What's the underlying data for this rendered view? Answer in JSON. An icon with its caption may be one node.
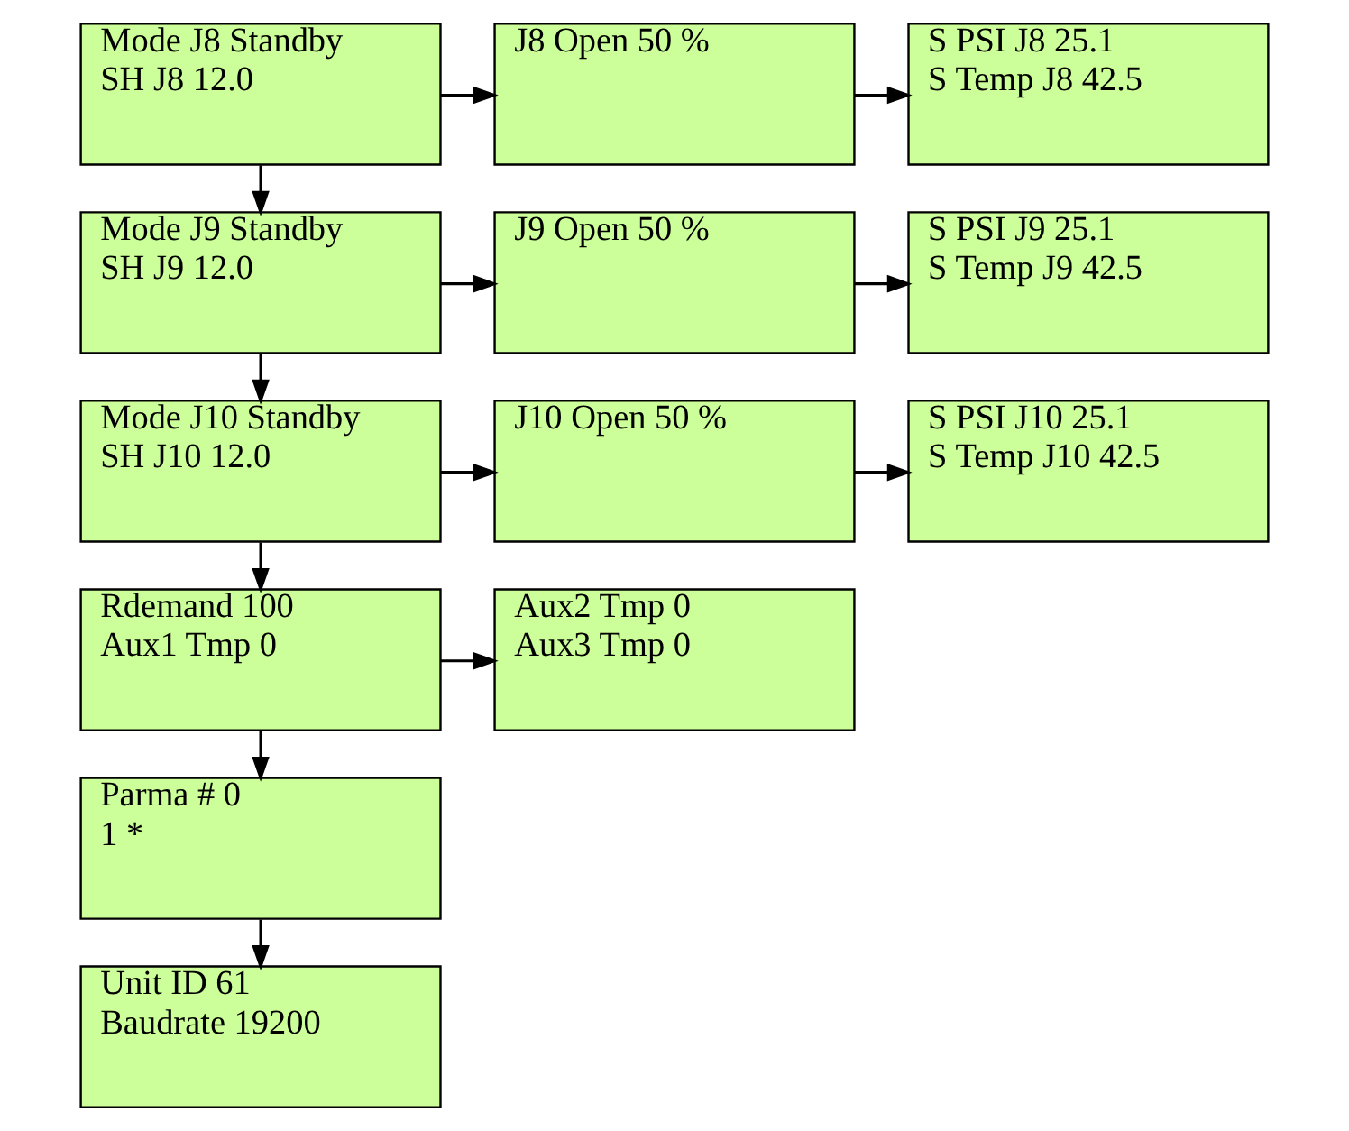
{
  "diagram": {
    "nodes": [
      {
        "text": [
          "Mode J8 Standby",
          "SH J8 12.0"
        ]
      },
      {
        "text": [
          "J8 Open 50 %"
        ]
      },
      {
        "text": [
          "S PSI J8 25.1",
          "S Temp J8 42.5"
        ]
      },
      {
        "text": [
          "Mode J9 Standby",
          "SH J9 12.0"
        ]
      },
      {
        "text": [
          "J9 Open 50 %"
        ]
      },
      {
        "text": [
          "S PSI J9 25.1",
          "S Temp J9 42.5"
        ]
      },
      {
        "text": [
          "Mode J10 Standby",
          "SH J10 12.0"
        ]
      },
      {
        "text": [
          "J10 Open 50 %"
        ]
      },
      {
        "text": [
          "S PSI J10 25.1",
          "S Temp J10 42.5"
        ]
      },
      {
        "text": [
          "Rdemand 100",
          "Aux1 Tmp 0"
        ]
      },
      {
        "text": [
          "Aux2 Tmp 0",
          "Aux3 Tmp 0"
        ]
      },
      {
        "text": [
          "Parma # 0",
          "1 *"
        ]
      },
      {
        "text": [
          "Unit ID 61",
          "Baudrate 19200"
        ]
      }
    ],
    "edges": [
      {
        "from": 0,
        "to": 1,
        "arrow": "to"
      },
      {
        "from": 1,
        "to": 2,
        "arrow": "to"
      },
      {
        "from": 0,
        "to": 3,
        "arrow": "to"
      },
      {
        "from": 3,
        "to": 4,
        "arrow": "to"
      },
      {
        "from": 4,
        "to": 5,
        "arrow": "to"
      },
      {
        "from": 3,
        "to": 6,
        "arrow": "to"
      },
      {
        "from": 6,
        "to": 7,
        "arrow": "to"
      },
      {
        "from": 7,
        "to": 8,
        "arrow": "to"
      },
      {
        "from": 6,
        "to": 9,
        "arrow": "to"
      },
      {
        "from": 9,
        "to": 10,
        "arrow": "to"
      },
      {
        "from": 9,
        "to": 11,
        "arrow": "to"
      },
      {
        "from": 11,
        "to": 12,
        "arrow": "to"
      }
    ]
  }
}
